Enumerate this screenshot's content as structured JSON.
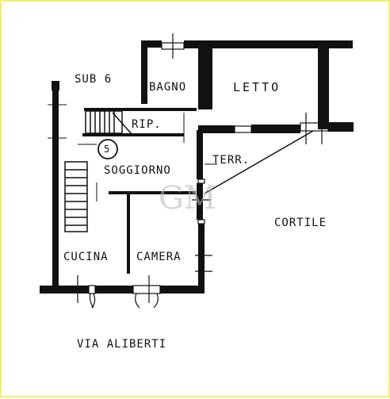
{
  "plan": {
    "unit_label": "SUB 6",
    "unit_number": "5",
    "rooms": {
      "bagno": "BAGNO",
      "letto": "LETTO",
      "ripostiglio": "RIP.",
      "soggiorno": "SOGGIORNO",
      "terrazzo": "TERR.",
      "cucina": "CUCINA",
      "camera": "CAMERA"
    },
    "courtyard": "CORTILE",
    "street": "VIA ALIBERTI",
    "watermark": "GM",
    "colors": {
      "walls": "#111111",
      "background": "#ffffff",
      "border": "#f4f06a",
      "watermark": "#b5b5b5"
    }
  }
}
